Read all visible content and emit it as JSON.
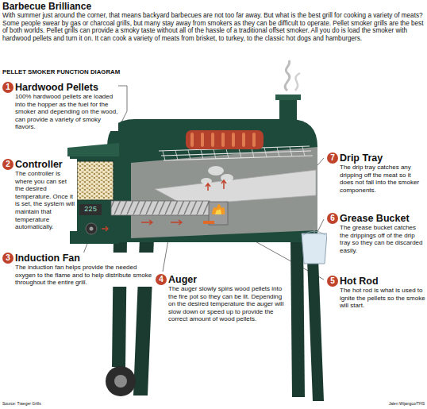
{
  "diagram": {
    "title": "Barbecue Brilliance",
    "nodes": [
      {
        "text": [
          "1",
          "Hardwood Pellets",
          "100% hardwood pellets are loaded into the hopper as the fuel for the smoker and depending on the wood, can provide a variety of smoky flavors."
        ]
      },
      {
        "text": [
          "2",
          "Controller",
          "The controller is where you can set the desired temperature. Once it is set, the system will maintain that temperature automatically."
        ]
      },
      {
        "text": [
          "3",
          "Induction Fan",
          "The induction fan helps provide the needed oxygen to the flame and to help distribute smoke throughout the entire grill."
        ]
      },
      {
        "text": [
          "4",
          "Auger",
          "The auger slowly spins wood pellets into the fire pot so they can be lit. Depending on the desired temperature the auger will slow down or speed up to provide the correct amount of wood pellets."
        ]
      },
      {
        "text": [
          "5",
          "Hot Rod",
          "The hot rod is what is used to ignite the pellets so the smoke will start."
        ]
      },
      {
        "text": [
          "6",
          "Grease Bucket",
          "The grease bucket catches the drippings off of the drip tray so they can be discarded easily."
        ]
      },
      {
        "text": [
          "7",
          "Drip Tray",
          "The drip tray catches any dripping off the meat so it does not fall into the smoker components."
        ]
      }
    ],
    "labels": [
      "With summer just around the corner, that means backyard barbecues are not too far away. But what is the best grill for cooking a variety of meats? Some people swear by gas or charcoal grills, but many stay away from smokers as they can be difficult to operate. Pellet smoker grills are the best of both worlds. Pellet grills can provide a smoky taste without all of the hassle of a traditional offset smoker. All you do is load the smoker with hardwood pellets and turn it on. It can cook a variety of meats from brisket, to turkey, to the classic hot dogs and hamburgers.",
      "PELLET SMOKER FUNCTION DIAGRAM",
      "225",
      "Source: Traeger Grills",
      "Jalen Wijangco/THS"
    ]
  }
}
